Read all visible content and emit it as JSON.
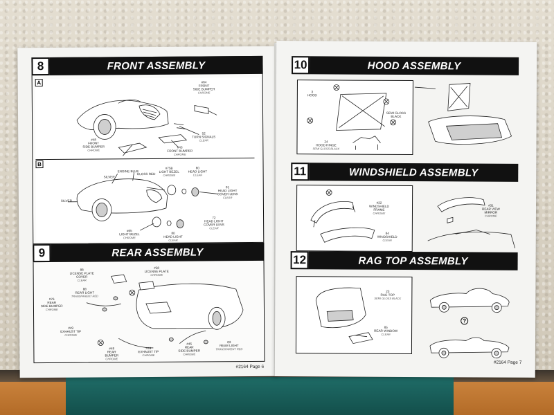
{
  "left_page": {
    "step8": {
      "number": "8",
      "title": "FRONT ASSEMBLY",
      "sub_a": "A",
      "sub_b": "B",
      "labels_a": [
        {
          "t": "#64\nFRONT\nSIDE BUMPER",
          "f": "CHROME"
        },
        {
          "t": "52\nTURN SIGNALS",
          "f": "CLEAR"
        },
        {
          "t": "#43\nFRONT BUMPER",
          "f": "CHROME"
        },
        {
          "t": "#48\nFRONT\nSIDE BUMPER",
          "f": "CHROME"
        }
      ],
      "labels_b": [
        {
          "t": "ENGINE BLUE",
          "f": ""
        },
        {
          "t": "GLOSS RED",
          "f": ""
        },
        {
          "t": "#75B\nLIGHT BEZEL",
          "f": "CHROME"
        },
        {
          "t": "80\nHEAD LIGHT",
          "f": "CLEAR"
        },
        {
          "t": "SILVER",
          "f": ""
        },
        {
          "t": "SILVER",
          "f": ""
        },
        {
          "t": "81\nHEAD LIGHT\nCOVER LENS",
          "f": "CLEAR"
        },
        {
          "t": "72\nHEAD LIGHT\nCOVER LENS",
          "f": "CLEAR"
        },
        {
          "t": "#65\nLIGHT BEZEL",
          "f": "CHROME"
        },
        {
          "t": "80\nHEAD LIGHT",
          "f": "CLEAR"
        }
      ]
    },
    "step9": {
      "number": "9",
      "title": "REAR ASSEMBLY",
      "labels": [
        {
          "t": "88\nLICENSE PLATE\nCOVER",
          "f": "CLEAR"
        },
        {
          "t": "#58\nLICENSE PLATE",
          "f": "CHROME"
        },
        {
          "t": "88\nREAR LIGHT",
          "f": "TRANSPARENT RED"
        },
        {
          "t": "#76\nREAR\nSIDE BUMPER",
          "f": "CHROME"
        },
        {
          "t": "#49\nEXHAUST TIP",
          "f": "CHROME"
        },
        {
          "t": "#48\nREAR\nBUMPER",
          "f": "CHROME"
        },
        {
          "t": "#49\nEXHAUST TIP",
          "f": "CHROME"
        },
        {
          "t": "#46\nREAR\nSIDE BUMPER",
          "f": "CHROME"
        },
        {
          "t": "83\nREAR LIGHT",
          "f": "TRANSPARENT RED"
        }
      ]
    },
    "page_label": "#2164 Page 6"
  },
  "right_page": {
    "step10": {
      "number": "10",
      "title": "HOOD ASSEMBLY",
      "labels": [
        {
          "t": "3\nHOOD",
          "f": ""
        },
        {
          "t": "SEMI GLOSS\nBLACK",
          "f": ""
        },
        {
          "t": "24\nHOOD HINGE",
          "f": "SEMI GLOSS BLACK"
        }
      ]
    },
    "step11": {
      "number": "11",
      "title": "WINDSHIELD ASSEMBLY",
      "labels": [
        {
          "t": "#32\nWINDSHIELD\nFRAME",
          "f": "CHROME"
        },
        {
          "t": "84\nWINDSHIELD",
          "f": "CLEAR"
        },
        {
          "t": "#31\nREAR VIEW\nMIRROR",
          "f": "CHROME"
        }
      ]
    },
    "step12": {
      "number": "12",
      "title": "RAG TOP ASSEMBLY",
      "labels": [
        {
          "t": "23\nRAG TOP",
          "f": "SEMI GLOSS BLACK"
        },
        {
          "t": "85\nREAR WINDOW",
          "f": "CLEAR"
        }
      ],
      "question_mark": "?"
    },
    "page_label": "#2164 Page 7"
  }
}
